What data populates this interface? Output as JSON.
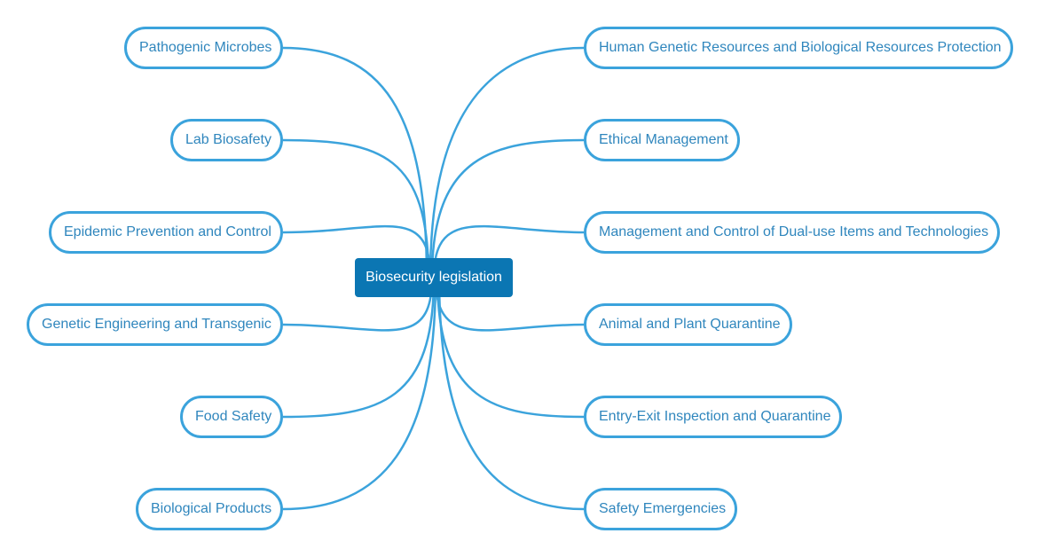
{
  "root": {
    "label": "Biosecurity legislation"
  },
  "colors": {
    "edge": "#3ba3dc",
    "node_text": "#2f86bd",
    "root_fill": "#0b76b3",
    "root_text": "#ffffff"
  },
  "left_nodes": [
    {
      "label": "Pathogenic Microbes"
    },
    {
      "label": "Lab Biosafety"
    },
    {
      "label": "Epidemic Prevention and Control"
    },
    {
      "label": "Genetic Engineering and Transgenic"
    },
    {
      "label": "Food Safety"
    },
    {
      "label": "Biological Products"
    }
  ],
  "right_nodes": [
    {
      "label": "Human Genetic Resources and Biological Resources Protection"
    },
    {
      "label": "Ethical Management"
    },
    {
      "label": "Management and Control of Dual-use Items and Technologies"
    },
    {
      "label": "Animal and Plant Quarantine"
    },
    {
      "label": "Entry-Exit Inspection and Quarantine"
    },
    {
      "label": "Safety Emergencies"
    }
  ]
}
